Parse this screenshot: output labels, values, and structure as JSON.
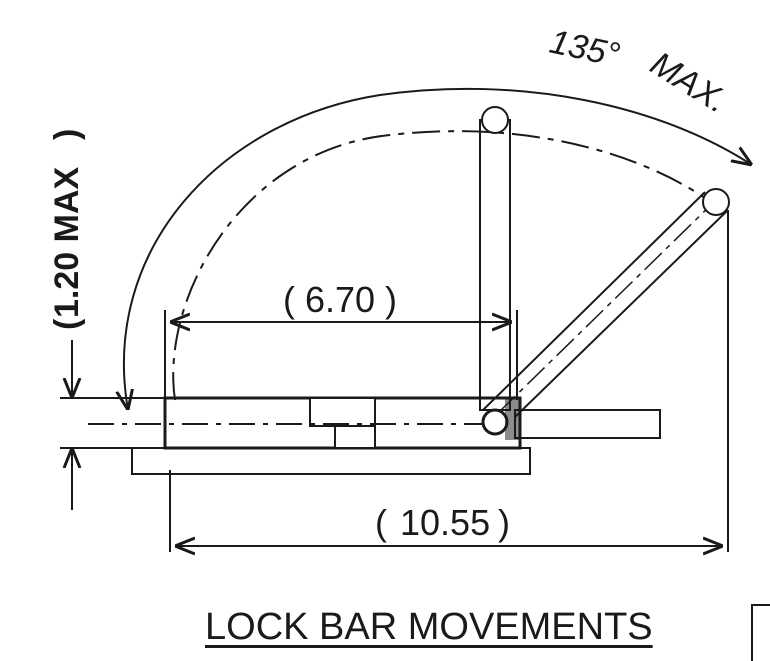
{
  "dimensions": {
    "inner_width": "6.70",
    "overall_length": "10.55",
    "height": "1.20 MAX",
    "angle": "135°",
    "angle_max": "MAX."
  },
  "caption": "LOCK BAR MOVEMENTS"
}
